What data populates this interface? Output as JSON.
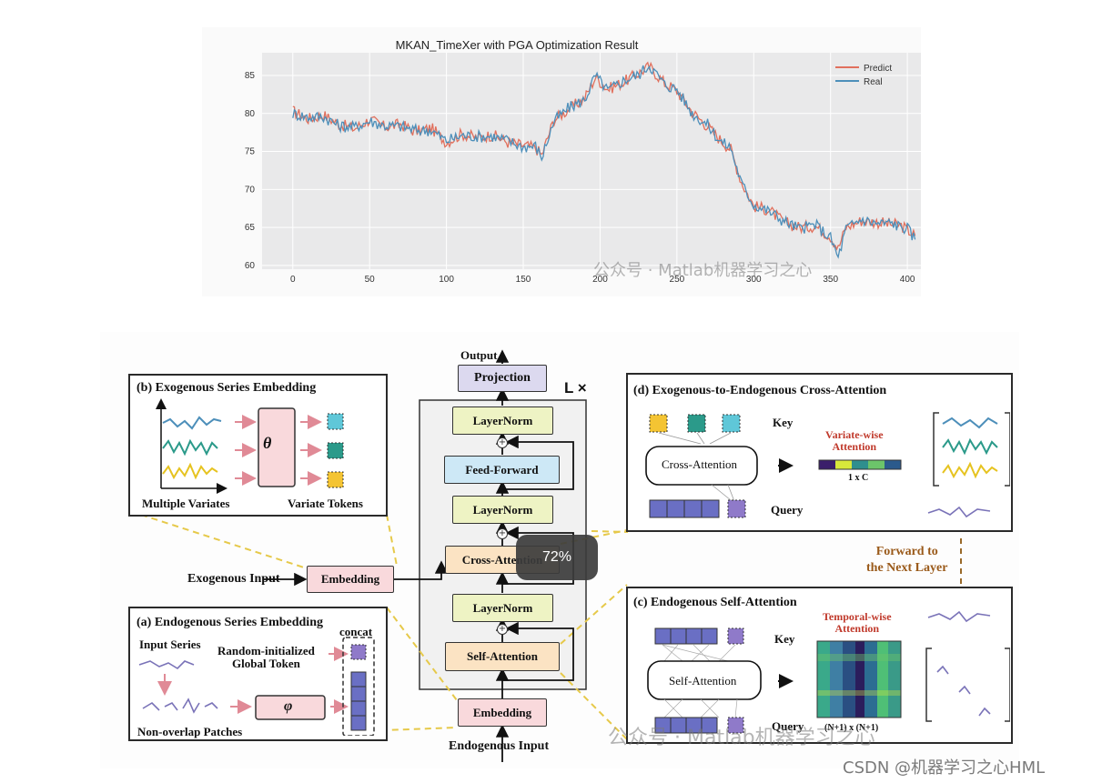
{
  "chart_data": {
    "type": "line",
    "title": "MKAN_TimeXer with PGA Optimization Result",
    "xlabel": "",
    "ylabel": "",
    "xlim": [
      -20,
      410
    ],
    "ylim": [
      59.5,
      88
    ],
    "xticks": [
      0,
      50,
      100,
      150,
      200,
      250,
      300,
      350,
      400
    ],
    "yticks": [
      60,
      65,
      70,
      75,
      80,
      85
    ],
    "grid": true,
    "legend": "top-right",
    "series": [
      {
        "name": "Predict",
        "color": "#e1705d",
        "anchors": [
          [
            0,
            80.3
          ],
          [
            10,
            79.3
          ],
          [
            20,
            79.8
          ],
          [
            30,
            78.6
          ],
          [
            40,
            78.0
          ],
          [
            50,
            79.2
          ],
          [
            60,
            78.2
          ],
          [
            70,
            78.6
          ],
          [
            80,
            77.6
          ],
          [
            90,
            78.1
          ],
          [
            100,
            76.2
          ],
          [
            110,
            77.3
          ],
          [
            120,
            76.8
          ],
          [
            130,
            77.2
          ],
          [
            140,
            76.2
          ],
          [
            150,
            75.8
          ],
          [
            158,
            75.5
          ],
          [
            162,
            74.5
          ],
          [
            170,
            79.2
          ],
          [
            180,
            80.6
          ],
          [
            190,
            82.0
          ],
          [
            197,
            84.8
          ],
          [
            205,
            83.2
          ],
          [
            215,
            84.1
          ],
          [
            225,
            85.3
          ],
          [
            232,
            86.2
          ],
          [
            242,
            84.0
          ],
          [
            250,
            83.0
          ],
          [
            260,
            80.2
          ],
          [
            270,
            78.3
          ],
          [
            278,
            76.6
          ],
          [
            285,
            75.3
          ],
          [
            292,
            71.0
          ],
          [
            300,
            67.8
          ],
          [
            310,
            67.3
          ],
          [
            320,
            65.6
          ],
          [
            330,
            65.0
          ],
          [
            340,
            65.2
          ],
          [
            350,
            63.8
          ],
          [
            355,
            62.2
          ],
          [
            360,
            65.0
          ],
          [
            370,
            65.9
          ],
          [
            380,
            65.7
          ],
          [
            390,
            65.4
          ],
          [
            395,
            65.3
          ],
          [
            400,
            64.7
          ],
          [
            405,
            63.9
          ]
        ]
      },
      {
        "name": "Real",
        "color": "#4d8fba",
        "anchors": [
          [
            0,
            80.0
          ],
          [
            10,
            79.5
          ],
          [
            20,
            79.6
          ],
          [
            30,
            78.4
          ],
          [
            40,
            78.2
          ],
          [
            50,
            79.0
          ],
          [
            60,
            78.4
          ],
          [
            70,
            78.3
          ],
          [
            80,
            77.8
          ],
          [
            90,
            77.8
          ],
          [
            100,
            76.4
          ],
          [
            110,
            77.1
          ],
          [
            120,
            77.0
          ],
          [
            130,
            77.0
          ],
          [
            140,
            76.4
          ],
          [
            150,
            75.6
          ],
          [
            158,
            75.7
          ],
          [
            162,
            74.2
          ],
          [
            170,
            79.0
          ],
          [
            180,
            80.8
          ],
          [
            190,
            81.8
          ],
          [
            197,
            85.0
          ],
          [
            205,
            83.0
          ],
          [
            215,
            84.3
          ],
          [
            225,
            85.1
          ],
          [
            232,
            86.4
          ],
          [
            242,
            83.8
          ],
          [
            250,
            83.2
          ],
          [
            260,
            80.0
          ],
          [
            270,
            78.5
          ],
          [
            278,
            76.4
          ],
          [
            285,
            75.5
          ],
          [
            292,
            70.8
          ],
          [
            300,
            68.0
          ],
          [
            310,
            67.1
          ],
          [
            320,
            65.8
          ],
          [
            330,
            64.8
          ],
          [
            340,
            65.4
          ],
          [
            350,
            63.6
          ],
          [
            355,
            61.0
          ],
          [
            360,
            64.8
          ],
          [
            370,
            66.1
          ],
          [
            380,
            65.5
          ],
          [
            390,
            65.6
          ],
          [
            395,
            65.1
          ],
          [
            400,
            64.9
          ],
          [
            405,
            63.4
          ]
        ]
      }
    ]
  },
  "diagram": {
    "output_label": "Output",
    "projection": "Projection",
    "repeat_label": "L ×",
    "layernorm": "LayerNorm",
    "feed_forward": "Feed-Forward",
    "cross_attention": "Cross-Attention",
    "self_attention": "Self-Attention",
    "embedding": "Embedding",
    "endogenous_input": "Endogenous Input",
    "exogenous_input": "Exogenous Input",
    "panel_b": {
      "title": "(b) Exogenous Series Embedding",
      "theta": "θ",
      "multiple_variates": "Multiple Variates",
      "variate_tokens": "Variate Tokens"
    },
    "panel_a": {
      "title": "(a)  Endogenous Series Embedding",
      "concat": "concat",
      "input_series": "Input Series",
      "global_token": "Random-initialized\nGlobal Token",
      "phi": "φ",
      "patches": "Non-overlap Patches"
    },
    "panel_d": {
      "title": "(d) Exogenous-to-Endogenous Cross-Attention",
      "key": "Key",
      "query": "Query",
      "cross_attention": "Cross-Attention",
      "attention_title": "Variate-wise\nAttention",
      "size_label": "1 x C"
    },
    "forward_label": "Forward to\nthe Next Layer",
    "panel_c": {
      "title": "(c)  Endogenous Self-Attention",
      "key": "Key",
      "query": "Query",
      "self_attention": "Self-Attention",
      "attention_title": "Temporal-wise\nAttention",
      "size_label": "(N+1) x (N+1)"
    }
  },
  "progress": {
    "label": "72%",
    "value": 0.72
  },
  "watermarks": {
    "top": "公众号 · Matlab机器学习之心",
    "bottom": "公众号 · Matlab机器学习之心"
  },
  "credit": "CSDN @机器学习之心HML"
}
